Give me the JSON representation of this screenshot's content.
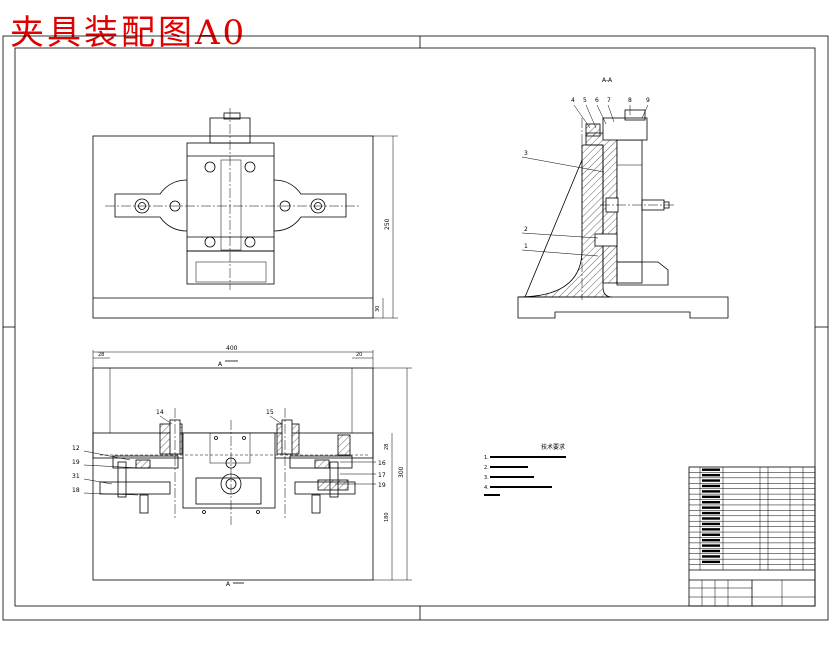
{
  "title": "夹具装配图A0",
  "top_view": {
    "dim_height": "250",
    "dim_base": "30"
  },
  "section_view": {
    "label": "A-A",
    "parts": [
      "1",
      "2",
      "3",
      "4",
      "5",
      "6",
      "7",
      "8",
      "9"
    ]
  },
  "front_view": {
    "dim_width": "400",
    "dim_left": "28",
    "dim_right": "20",
    "dim_total_height": "300",
    "dim_lower": "180",
    "dim_upper": "28",
    "section_mark_top": "A",
    "section_mark_bottom": "A",
    "callouts_left": [
      "12",
      "19",
      "31",
      "18"
    ],
    "callouts_right": [
      "16",
      "17",
      "19"
    ],
    "callouts_top": [
      "14",
      "15"
    ]
  },
  "notes": {
    "heading": "技术要求",
    "lines": [
      "1.",
      "2.",
      "3.",
      "4."
    ]
  },
  "bom_rows": 19
}
